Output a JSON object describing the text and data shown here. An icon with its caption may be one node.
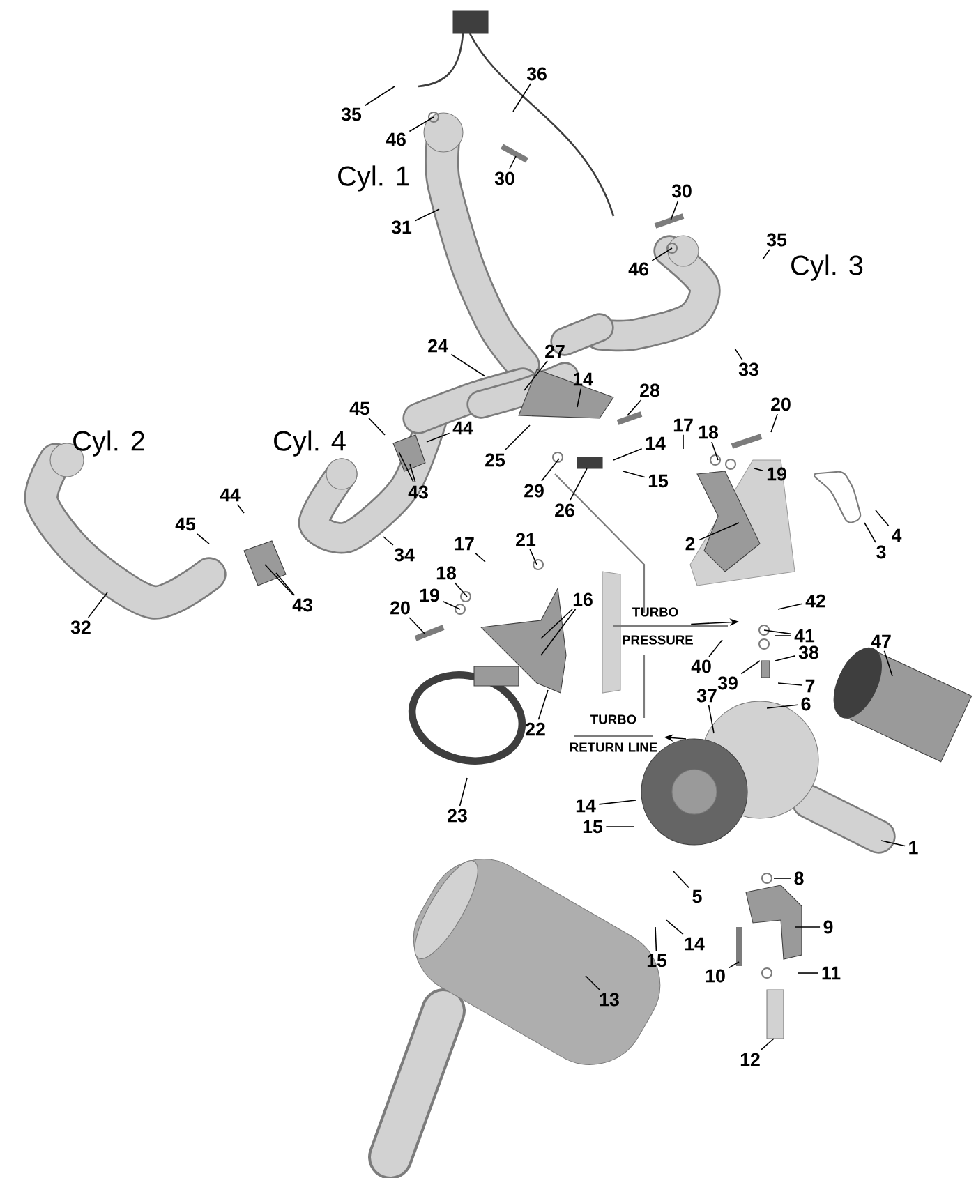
{
  "diagram": {
    "nodes": [
      {
        "text": [
          "35"
        ]
      },
      {
        "text": [
          "36"
        ]
      },
      {
        "text": [
          "46"
        ]
      },
      {
        "text": [
          "30"
        ]
      },
      {
        "text": [
          "31"
        ]
      },
      {
        "text": [
          "30"
        ]
      },
      {
        "text": [
          "46"
        ]
      },
      {
        "text": [
          "35"
        ]
      },
      {
        "text": [
          "33"
        ]
      },
      {
        "text": [
          "24"
        ]
      },
      {
        "text": [
          "27"
        ]
      },
      {
        "text": [
          "14"
        ]
      },
      {
        "text": [
          "28"
        ]
      },
      {
        "text": [
          "45"
        ]
      },
      {
        "text": [
          "44"
        ]
      },
      {
        "text": [
          "43"
        ]
      },
      {
        "text": [
          "25"
        ]
      },
      {
        "text": [
          "14"
        ]
      },
      {
        "text": [
          "15"
        ]
      },
      {
        "text": [
          "29"
        ]
      },
      {
        "text": [
          "26"
        ]
      },
      {
        "text": [
          "17"
        ]
      },
      {
        "text": [
          "18"
        ]
      },
      {
        "text": [
          "19"
        ]
      },
      {
        "text": [
          "20"
        ]
      },
      {
        "text": [
          "2"
        ]
      },
      {
        "text": [
          "3"
        ]
      },
      {
        "text": [
          "4"
        ]
      },
      {
        "text": [
          "44"
        ]
      },
      {
        "text": [
          "45"
        ]
      },
      {
        "text": [
          "43"
        ]
      },
      {
        "text": [
          "34"
        ]
      },
      {
        "text": [
          "32"
        ]
      },
      {
        "text": [
          "17"
        ]
      },
      {
        "text": [
          "21"
        ]
      },
      {
        "text": [
          "18"
        ]
      },
      {
        "text": [
          "19"
        ]
      },
      {
        "text": [
          "20"
        ]
      },
      {
        "text": [
          "16"
        ]
      },
      {
        "text": [
          "22"
        ]
      },
      {
        "text": [
          "23"
        ]
      },
      {
        "text": [
          "TURBO PRESSURE"
        ]
      },
      {
        "text": [
          "42"
        ]
      },
      {
        "text": [
          "41"
        ]
      },
      {
        "text": [
          "40"
        ]
      },
      {
        "text": [
          "39"
        ]
      },
      {
        "text": [
          "38"
        ]
      },
      {
        "text": [
          "7"
        ]
      },
      {
        "text": [
          "6"
        ]
      },
      {
        "text": [
          "37"
        ]
      },
      {
        "text": [
          "47"
        ]
      },
      {
        "text": [
          "TURBO RETURN LINE"
        ]
      },
      {
        "text": [
          "14"
        ]
      },
      {
        "text": [
          "15"
        ]
      },
      {
        "text": [
          "1"
        ]
      },
      {
        "text": [
          "5"
        ]
      },
      {
        "text": [
          "8"
        ]
      },
      {
        "text": [
          "9"
        ]
      },
      {
        "text": [
          "14"
        ]
      },
      {
        "text": [
          "15"
        ]
      },
      {
        "text": [
          "10"
        ]
      },
      {
        "text": [
          "11"
        ]
      },
      {
        "text": [
          "13"
        ]
      },
      {
        "text": [
          "12"
        ]
      }
    ],
    "edges": [
      {
        "from": 0,
        "to": null,
        "arrow": "none"
      },
      {
        "from": 1,
        "to": null,
        "arrow": "none"
      },
      {
        "from": 2,
        "to": null,
        "arrow": "none"
      },
      {
        "from": 3,
        "to": null,
        "arrow": "none"
      },
      {
        "from": 4,
        "to": null,
        "arrow": "none"
      },
      {
        "from": 5,
        "to": null,
        "arrow": "none"
      },
      {
        "from": 6,
        "to": null,
        "arrow": "none"
      },
      {
        "from": 7,
        "to": null,
        "arrow": "none"
      },
      {
        "from": 8,
        "to": null,
        "arrow": "none"
      },
      {
        "from": 9,
        "to": null,
        "arrow": "none"
      },
      {
        "from": 10,
        "to": null,
        "arrow": "none"
      },
      {
        "from": 11,
        "to": null,
        "arrow": "none"
      },
      {
        "from": 12,
        "to": null,
        "arrow": "none"
      },
      {
        "from": 13,
        "to": null,
        "arrow": "none"
      },
      {
        "from": 14,
        "to": null,
        "arrow": "none"
      },
      {
        "from": 15,
        "to": null,
        "arrow": "none"
      },
      {
        "from": 15,
        "to": null,
        "arrow": "none"
      },
      {
        "from": 16,
        "to": null,
        "arrow": "none"
      },
      {
        "from": 17,
        "to": null,
        "arrow": "none"
      },
      {
        "from": 18,
        "to": null,
        "arrow": "none"
      },
      {
        "from": 19,
        "to": null,
        "arrow": "none"
      },
      {
        "from": 20,
        "to": null,
        "arrow": "none"
      },
      {
        "from": 21,
        "to": null,
        "arrow": "none"
      },
      {
        "from": 22,
        "to": null,
        "arrow": "none"
      },
      {
        "from": 23,
        "to": null,
        "arrow": "none"
      },
      {
        "from": 24,
        "to": null,
        "arrow": "none"
      },
      {
        "from": 25,
        "to": null,
        "arrow": "none"
      },
      {
        "from": 26,
        "to": null,
        "arrow": "none"
      },
      {
        "from": 27,
        "to": null,
        "arrow": "none"
      },
      {
        "from": 28,
        "to": null,
        "arrow": "none"
      },
      {
        "from": 29,
        "to": null,
        "arrow": "none"
      },
      {
        "from": 30,
        "to": null,
        "arrow": "none"
      },
      {
        "from": 30,
        "to": null,
        "arrow": "none"
      },
      {
        "from": 31,
        "to": null,
        "arrow": "none"
      },
      {
        "from": 32,
        "to": null,
        "arrow": "none"
      },
      {
        "from": 33,
        "to": null,
        "arrow": "none"
      },
      {
        "from": 34,
        "to": null,
        "arrow": "none"
      },
      {
        "from": 35,
        "to": null,
        "arrow": "none"
      },
      {
        "from": 36,
        "to": null,
        "arrow": "none"
      },
      {
        "from": 37,
        "to": null,
        "arrow": "none"
      },
      {
        "from": 38,
        "to": null,
        "arrow": "none"
      },
      {
        "from": 38,
        "to": null,
        "arrow": "none"
      },
      {
        "from": 39,
        "to": null,
        "arrow": "none"
      },
      {
        "from": 40,
        "to": null,
        "arrow": "none"
      },
      {
        "from": 41,
        "to": null,
        "arrow": "to"
      },
      {
        "from": 42,
        "to": null,
        "arrow": "none"
      },
      {
        "from": 43,
        "to": null,
        "arrow": "none"
      },
      {
        "from": 43,
        "to": null,
        "arrow": "none"
      },
      {
        "from": 44,
        "to": null,
        "arrow": "none"
      },
      {
        "from": 45,
        "to": null,
        "arrow": "none"
      },
      {
        "from": 46,
        "to": null,
        "arrow": "none"
      },
      {
        "from": 47,
        "to": null,
        "arrow": "none"
      },
      {
        "from": 48,
        "to": null,
        "arrow": "none"
      },
      {
        "from": 49,
        "to": null,
        "arrow": "none"
      },
      {
        "from": 50,
        "to": null,
        "arrow": "none"
      },
      {
        "from": null,
        "to": 51,
        "arrow": "to"
      },
      {
        "from": 52,
        "to": null,
        "arrow": "none"
      },
      {
        "from": 53,
        "to": null,
        "arrow": "none"
      },
      {
        "from": 54,
        "to": null,
        "arrow": "none"
      },
      {
        "from": 55,
        "to": null,
        "arrow": "none"
      },
      {
        "from": 56,
        "to": null,
        "arrow": "none"
      },
      {
        "from": 57,
        "to": null,
        "arrow": "none"
      },
      {
        "from": 58,
        "to": null,
        "arrow": "none"
      },
      {
        "from": 59,
        "to": null,
        "arrow": "none"
      },
      {
        "from": 60,
        "to": null,
        "arrow": "none"
      },
      {
        "from": 61,
        "to": null,
        "arrow": "none"
      },
      {
        "from": 62,
        "to": null,
        "arrow": "none"
      },
      {
        "from": 63,
        "to": null,
        "arrow": "none"
      }
    ],
    "labels": [
      "Cyl. 1",
      "Cyl. 3",
      "Cyl. 2",
      "Cyl. 4"
    ]
  }
}
